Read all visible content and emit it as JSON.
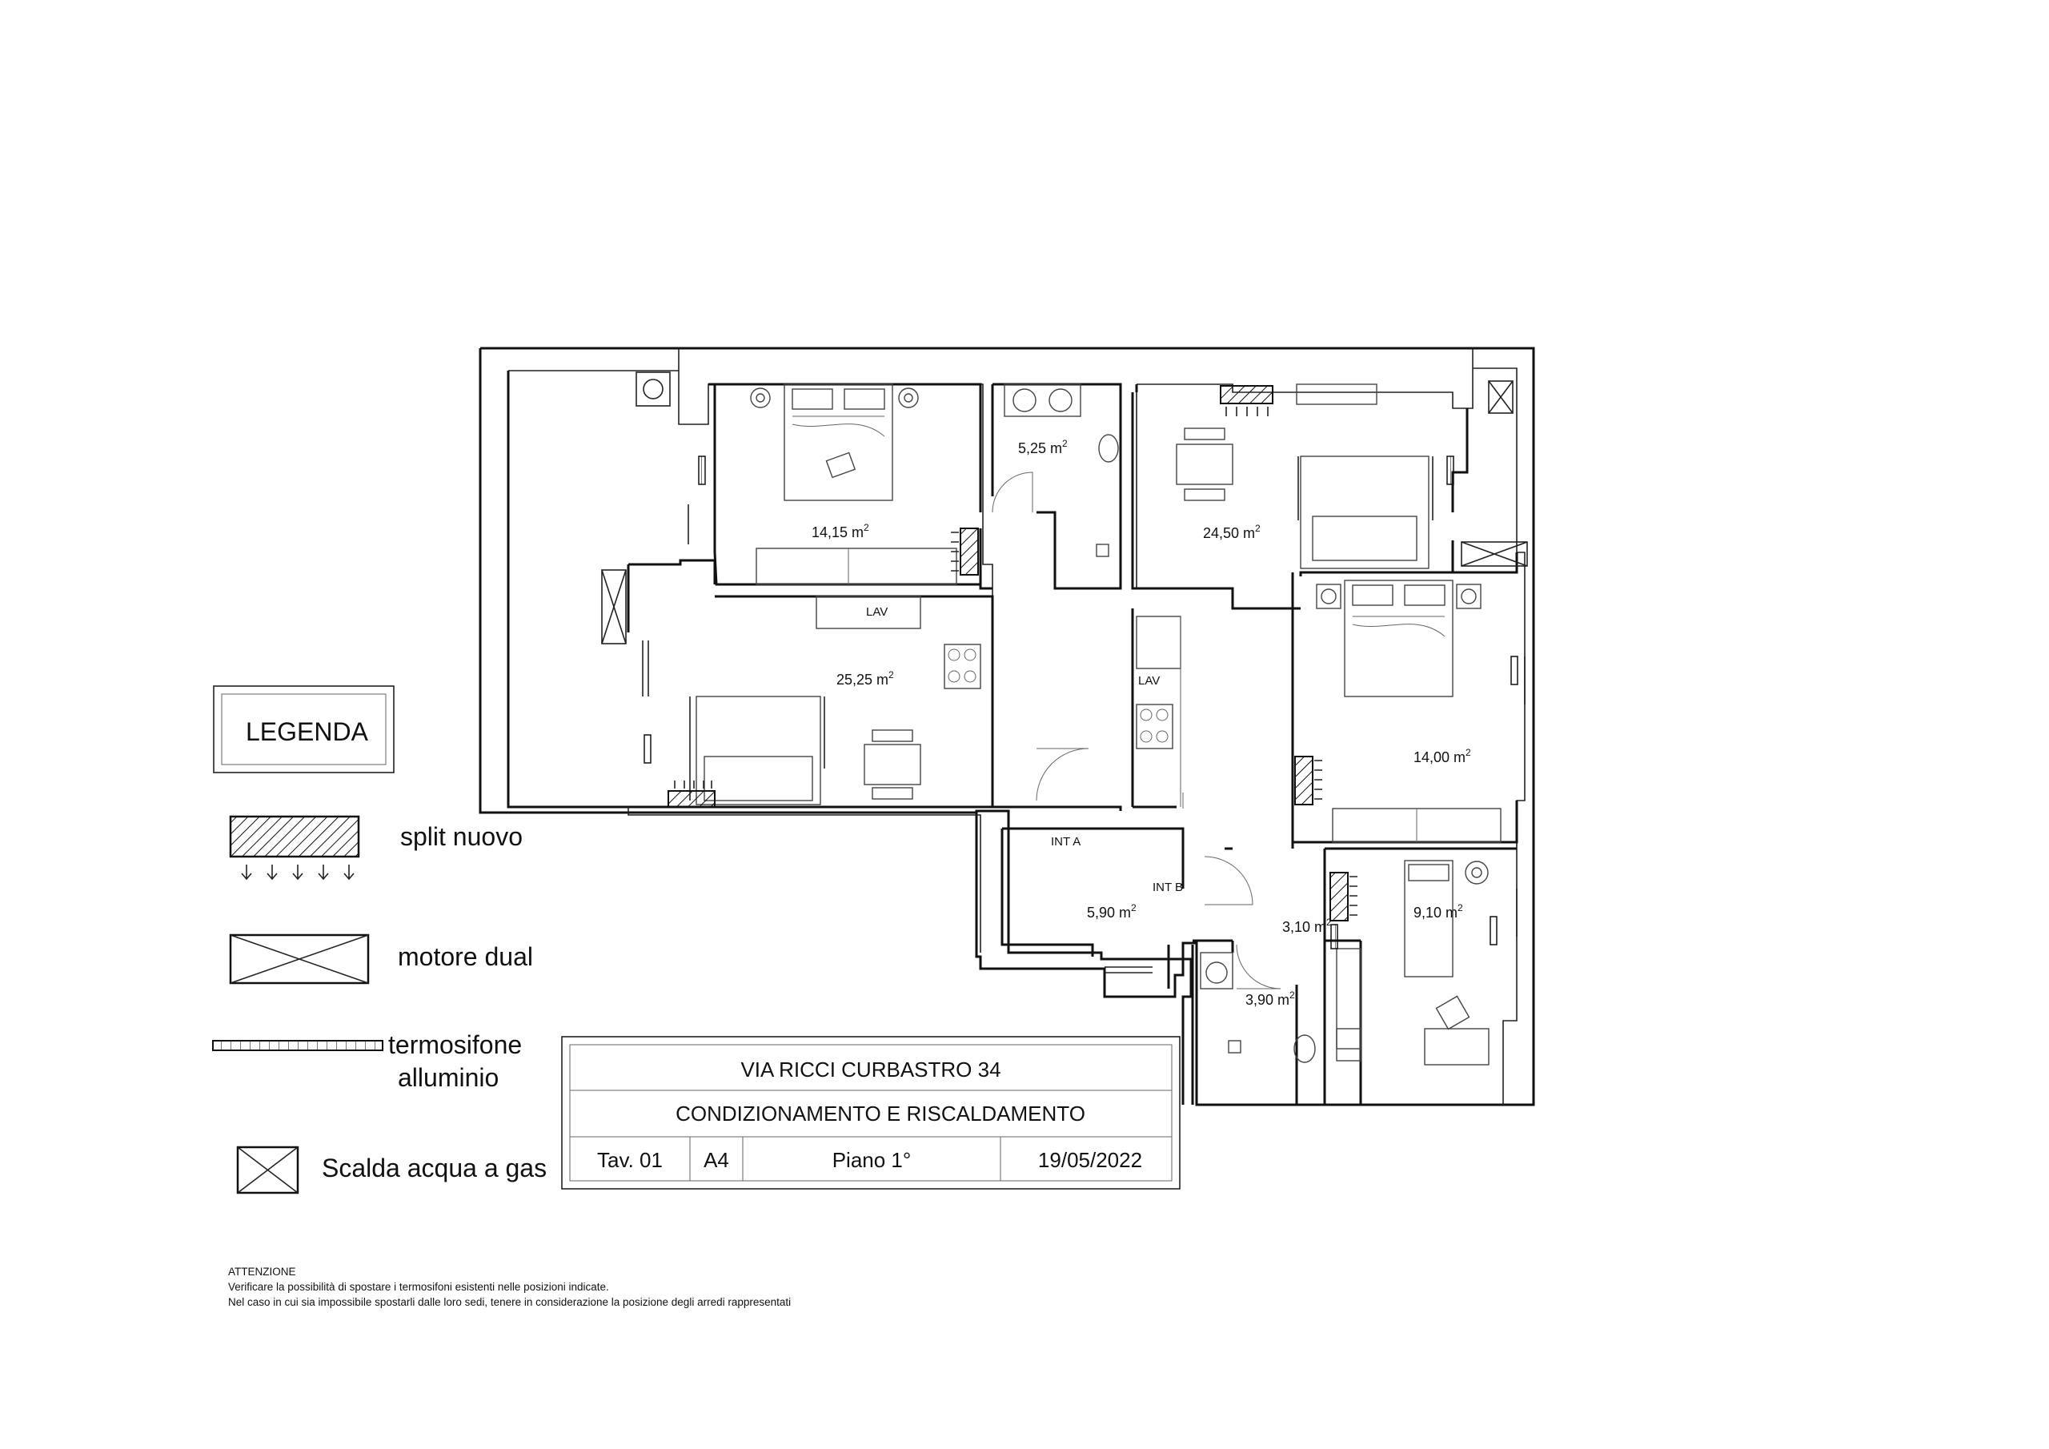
{
  "legend": {
    "title": "LEGENDA",
    "items": [
      {
        "label": "split nuovo"
      },
      {
        "label": "motore dual"
      },
      {
        "label": "termosifone",
        "label2": "alluminio"
      },
      {
        "label": "Scalda acqua a gas"
      }
    ]
  },
  "rooms": [
    {
      "area": "14,15 m"
    },
    {
      "area": "5,25 m"
    },
    {
      "area": "24,50 m"
    },
    {
      "area": "25,25 m"
    },
    {
      "area": "14,00 m"
    },
    {
      "area": "5,90 m"
    },
    {
      "area": "9,10 m"
    },
    {
      "area": "3,10 m"
    },
    {
      "area": "3,90 m"
    }
  ],
  "superscript": "2",
  "tags": {
    "int_a": "INT A",
    "int_b": "INT B",
    "lav1": "LAV",
    "lav2": "LAV"
  },
  "title_block": {
    "address": "VIA RICCI CURBASTRO 34",
    "subject": "CONDIZIONAMENTO E RISCALDAMENTO",
    "sheet": "Tav. 01",
    "format": "A4",
    "floor": "Piano 1°",
    "date": "19/05/2022"
  },
  "note": {
    "heading": "ATTENZIONE",
    "line1": "Verificare la possibilità di spostare i termosifoni esistenti nelle posizioni indicate.",
    "line2": "Nel caso in cui sia impossibile spostarli dalle loro sedi, tenere in considerazione la posizione degli arredi rappresentati"
  }
}
